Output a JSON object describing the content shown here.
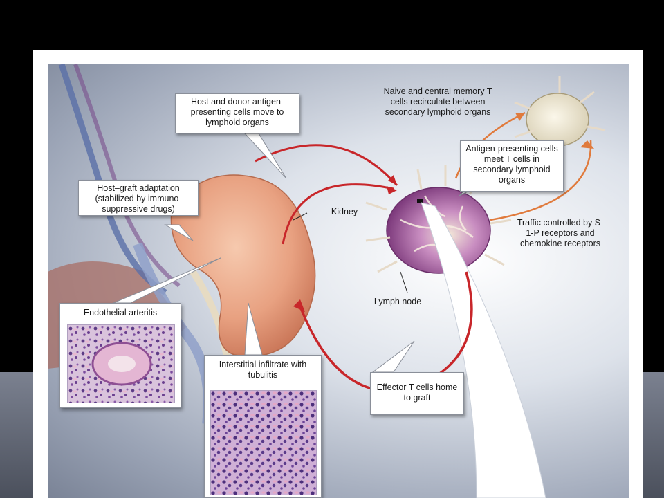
{
  "labels": {
    "host_donor_apc": "Host and donor antigen-presenting cells move to lymphoid organs",
    "host_graft_adaptation": "Host–graft adaptation (stabilized by immuno-suppressive drugs)",
    "kidney": "Kidney",
    "naive_central_memory": "Naive and central memory T cells recirculate between secondary lymphoid organs",
    "apc_meet_t_cells": "Antigen-presenting cells meet T cells in secondary lymphoid organs",
    "traffic_controlled": "Traffic controlled by S-1-P receptors and chemokine receptors",
    "lymph_node": "Lymph node",
    "endothelial_arteritis": "Endothelial arteritis",
    "interstitial_infiltrate": "Interstitial infiltrate with tubulitis",
    "effector_t_cells": "Effector T cells home to graft"
  },
  "colors": {
    "arrow_red": "#c8262a",
    "arrow_orange": "#e07a3c",
    "kidney": "#e8a181",
    "lymph_node": "#a4559a",
    "background": "#000000"
  }
}
